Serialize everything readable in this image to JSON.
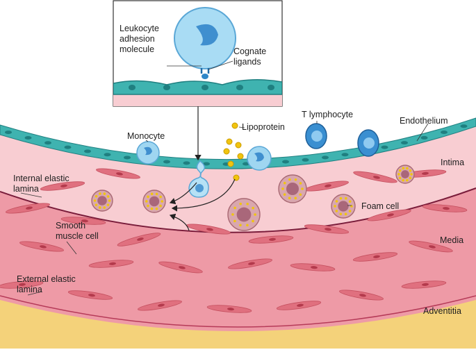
{
  "colors": {
    "endothelium": "#3fb3b0",
    "intima": "#f7c9cf",
    "media": "#ee9aa6",
    "adventitia": "#f4d27a",
    "smooth_muscle": "#e0707f",
    "monocyte": "#8fd0ef",
    "t_lymphocyte": "#2e86c8",
    "foam_cell": "#c98a92",
    "lipid": "#f1c40f"
  },
  "labels": {
    "leukocyte": "Leukocyte\nadhesion\nmolecule",
    "cognate": "Cognate\nligands",
    "lipoprotein": "Lipoprotein",
    "t_lymphocyte": "T lymphocyte",
    "monocyte": "Monocyte",
    "endothelium": "Endothelium",
    "internal_elastic": "Internal elastic\nlamina",
    "intima": "Intima",
    "foam_cell": "Foam cell",
    "smooth_muscle": "Smooth\nmuscle cell",
    "media": "Media",
    "external_elastic": "External elastic\nlamina",
    "adventitia": "Adventitia"
  }
}
